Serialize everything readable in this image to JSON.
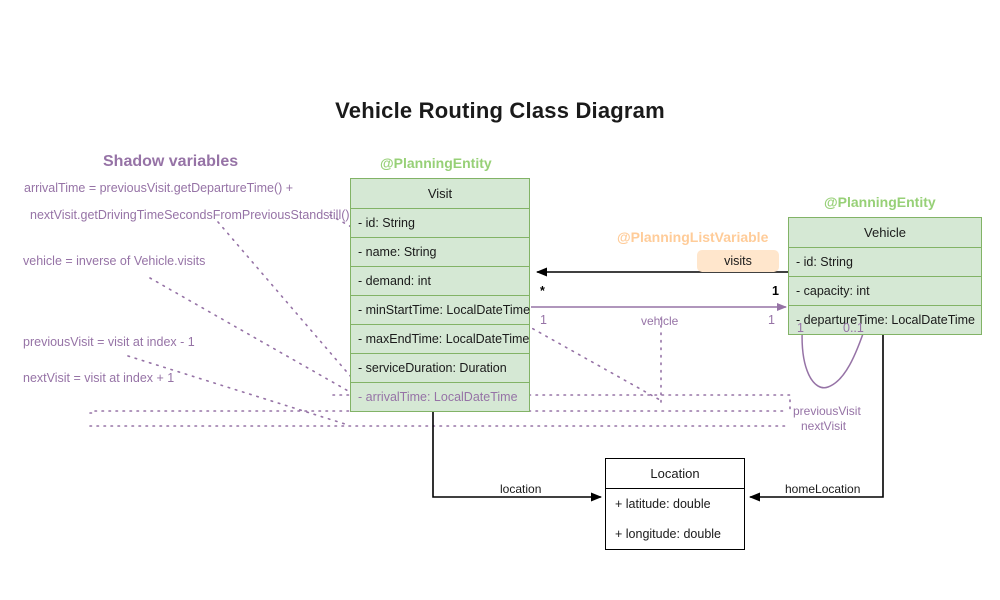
{
  "diagram": {
    "title": "Vehicle Routing Class Diagram",
    "colors": {
      "entity_fill": "#d5e8d4",
      "entity_stroke": "#82b366",
      "stereotype_entity": "#97d077",
      "stereotype_listvar": "#ffcc99",
      "shadow_purple": "#9673a6",
      "badge_fill": "#ffe6cc",
      "plain_stroke": "#000000"
    }
  },
  "sections": {
    "shadow_variables_heading": "Shadow variables"
  },
  "shadow_notes": [
    {
      "text": "arrivalTime = previousVisit.getDepartureTime() +"
    },
    {
      "text": "nextVisit.getDrivingTimeSecondsFromPreviousStandstill()"
    },
    {
      "text": "vehicle = inverse of Vehicle.visits"
    },
    {
      "text": "previousVisit = visit at index - 1"
    },
    {
      "text": "nextVisit = visit at index + 1"
    }
  ],
  "classes": {
    "visit": {
      "stereotype": "@PlanningEntity",
      "name": "Visit",
      "attributes": [
        {
          "text": "- id: String",
          "shadow": false
        },
        {
          "text": "- name: String",
          "shadow": false
        },
        {
          "text": "- demand: int",
          "shadow": false
        },
        {
          "text": "- minStartTime: LocalDateTime",
          "shadow": false
        },
        {
          "text": "- maxEndTime: LocalDateTime",
          "shadow": false
        },
        {
          "text": "- serviceDuration: Duration",
          "shadow": false
        },
        {
          "text": "- arrivalTime: LocalDateTime",
          "shadow": true
        }
      ]
    },
    "vehicle": {
      "stereotype": "@PlanningEntity",
      "name": "Vehicle",
      "attributes": [
        {
          "text": "- id: String",
          "shadow": false
        },
        {
          "text": "- capacity: int",
          "shadow": false
        },
        {
          "text": "- departureTime: LocalDateTime",
          "shadow": false
        }
      ]
    },
    "location": {
      "name": "Location",
      "attributes": [
        {
          "text": "+ latitude: double",
          "shadow": false
        },
        {
          "text": "+ longitude: double",
          "shadow": false
        }
      ]
    }
  },
  "relations": {
    "visits": {
      "stereotype": "@PlanningListVariable",
      "badge_label": "visits",
      "source_multiplicity": "1",
      "target_multiplicity": "*"
    },
    "vehicle": {
      "label": "vehicle",
      "source_multiplicity": "1",
      "target_multiplicity": "1"
    },
    "chain": {
      "previous_label": "previousVisit",
      "next_label": "nextVisit",
      "source_multiplicity": "1",
      "target_multiplicity": "0..1"
    },
    "location": {
      "label": "location"
    },
    "home_location": {
      "label": "homeLocation"
    }
  }
}
